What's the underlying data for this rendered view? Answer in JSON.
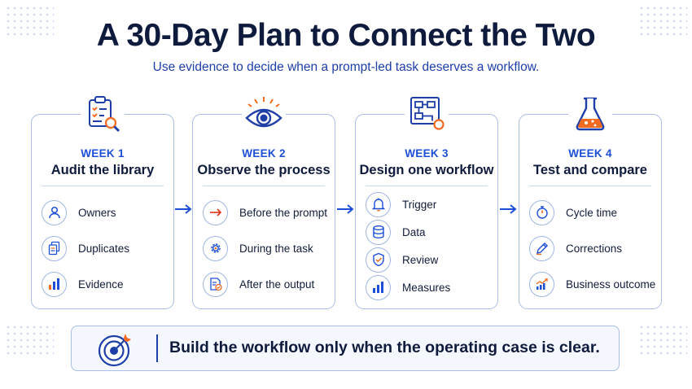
{
  "header": {
    "title": "A 30-Day Plan to Connect the Two",
    "subtitle": "Use evidence to decide when a prompt-led task deserves a workflow."
  },
  "weeks": [
    {
      "week": "WEEK 1",
      "title": "Audit the library",
      "icon": "clipboard-magnifier-icon",
      "items": [
        {
          "label": "Owners",
          "icon": "person-icon"
        },
        {
          "label": "Duplicates",
          "icon": "duplicate-documents-icon"
        },
        {
          "label": "Evidence",
          "icon": "bar-chart-icon"
        }
      ]
    },
    {
      "week": "WEEK 2",
      "title": "Observe the process",
      "icon": "eye-icon",
      "items": [
        {
          "label": "Before the prompt",
          "icon": "arrow-right-icon"
        },
        {
          "label": "During the task",
          "icon": "gear-icon"
        },
        {
          "label": "After the output",
          "icon": "document-check-icon"
        }
      ]
    },
    {
      "week": "WEEK 3",
      "title": "Design one workflow",
      "icon": "flowchart-icon",
      "items": [
        {
          "label": "Trigger",
          "icon": "bell-icon"
        },
        {
          "label": "Data",
          "icon": "database-icon"
        },
        {
          "label": "Review",
          "icon": "shield-check-icon"
        },
        {
          "label": "Measures",
          "icon": "bar-chart-icon"
        }
      ]
    },
    {
      "week": "WEEK 4",
      "title": "Test and compare",
      "icon": "flask-icon",
      "items": [
        {
          "label": "Cycle time",
          "icon": "stopwatch-icon"
        },
        {
          "label": "Corrections",
          "icon": "pencil-icon"
        },
        {
          "label": "Business outcome",
          "icon": "trend-chart-icon"
        }
      ]
    }
  ],
  "footer": {
    "message": "Build the workflow only when the operating case is clear.",
    "icon": "target-arrow-icon"
  },
  "colors": {
    "navy": "#0f1b3d",
    "accent_blue": "#1d4ed8",
    "accent_orange": "#f26b21",
    "border": "#a9bde6"
  }
}
